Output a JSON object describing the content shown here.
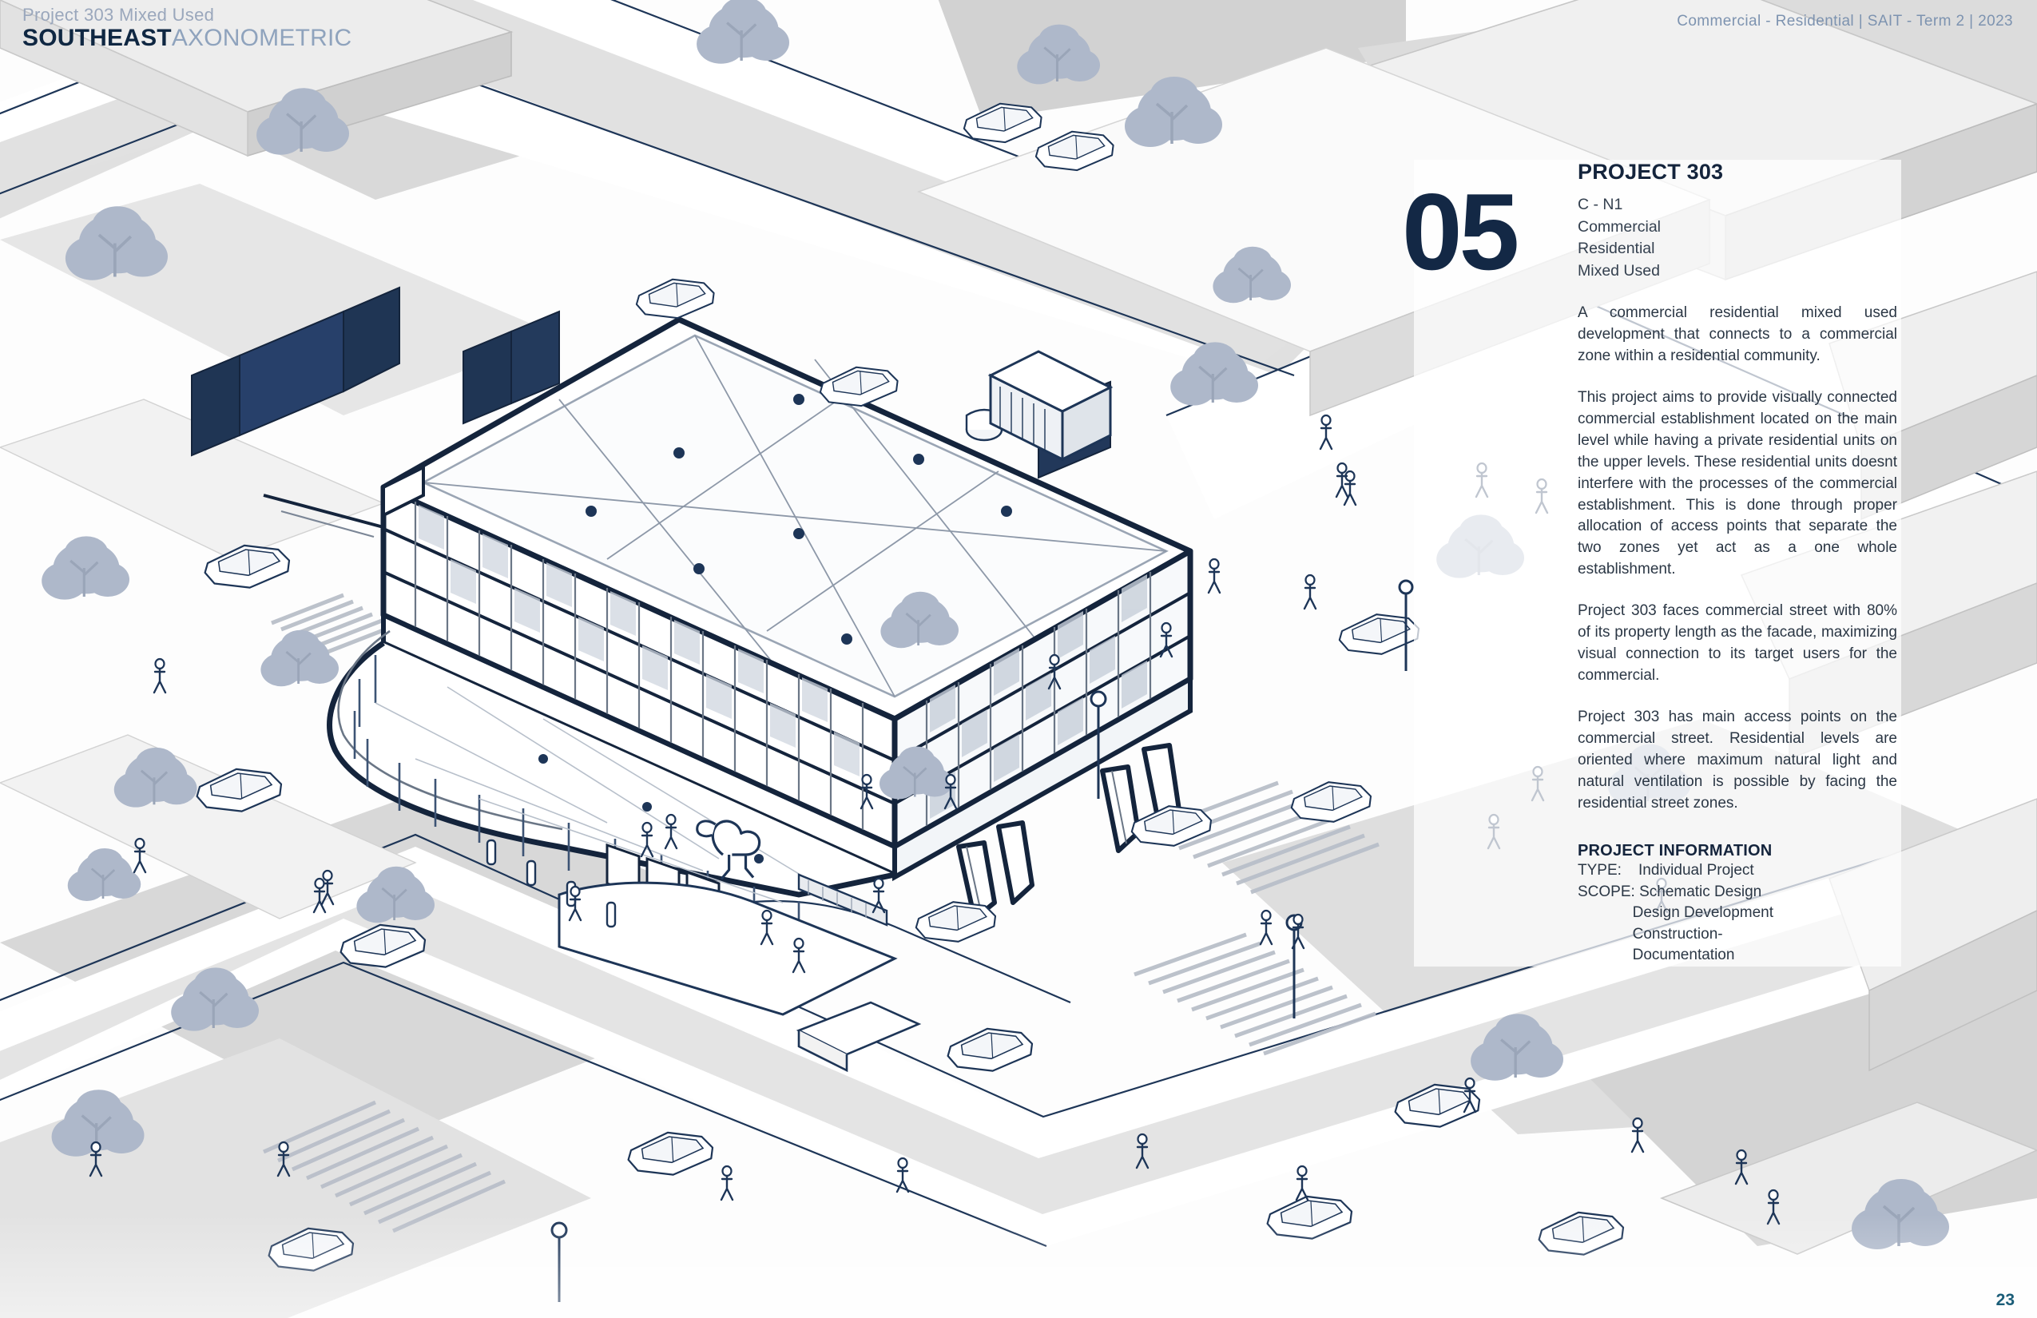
{
  "header": {
    "subtitle": "Project 303 Mixed Used",
    "title_bold": "SOUTHEAST",
    "title_light": "AXONOMETRIC",
    "meta": "Commercial - Residential  |  SAIT - Term 2  |  2023"
  },
  "panel": {
    "number": "05",
    "title": "PROJECT 303",
    "sublines": "C - N1\nCommercial\nResidential\nMixed Used",
    "paragraph_1": "A commercial residential mixed used development that connects to a commercial zone within a residential community.",
    "paragraph_2": "This project aims to provide visually connected commercial establishment located on the main level while having a private residential units on the upper levels. These residential units doesnt interfere with the processes of the commercial establishment. This is done through proper allocation of access points that separate the two zones yet act as a one whole establishment.",
    "paragraph_3": "Project 303 faces commercial street with 80% of its property length as the facade, maximizing visual connection to its target users for the commercial.",
    "paragraph_4": "Project 303 has main access points on the commercial street. Residential levels are oriented where maximum natural light and natural ventilation is possible by facing the residential street zones.",
    "info_title": "PROJECT INFORMATION",
    "info_type": "TYPE:    Individual Project",
    "info_scope": "SCOPE: Schematic Design",
    "info_scope_2": "             Design Development",
    "info_scope_3": "             Construction-",
    "info_scope_4": "             Documentation"
  },
  "footer": {
    "page_number": "23"
  },
  "colors": {
    "navy": "#14243c",
    "outline": "#1d3557",
    "light_blue": "#8fa3bd",
    "meta_blue": "#7d93b0",
    "page_accent": "#1b5d78",
    "ground_gray": "#d6d6d6",
    "road_gray": "#bfbfbf",
    "tree_blue": "#aeb8ca",
    "building_fill": "#ffffff",
    "shadow_gray": "#c8c8c8"
  },
  "drawing": {
    "type": "axonometric-architectural-rendering",
    "view": "southeast axonometric",
    "subject": "three-storey mixed-use commercial residential building on a street corner",
    "context_elements": [
      "streets",
      "sidewalks",
      "crosswalks",
      "trees",
      "cars",
      "pedestrians",
      "neighbouring building volumes",
      "plaza sculpture",
      "street lamps",
      "bollards"
    ]
  }
}
